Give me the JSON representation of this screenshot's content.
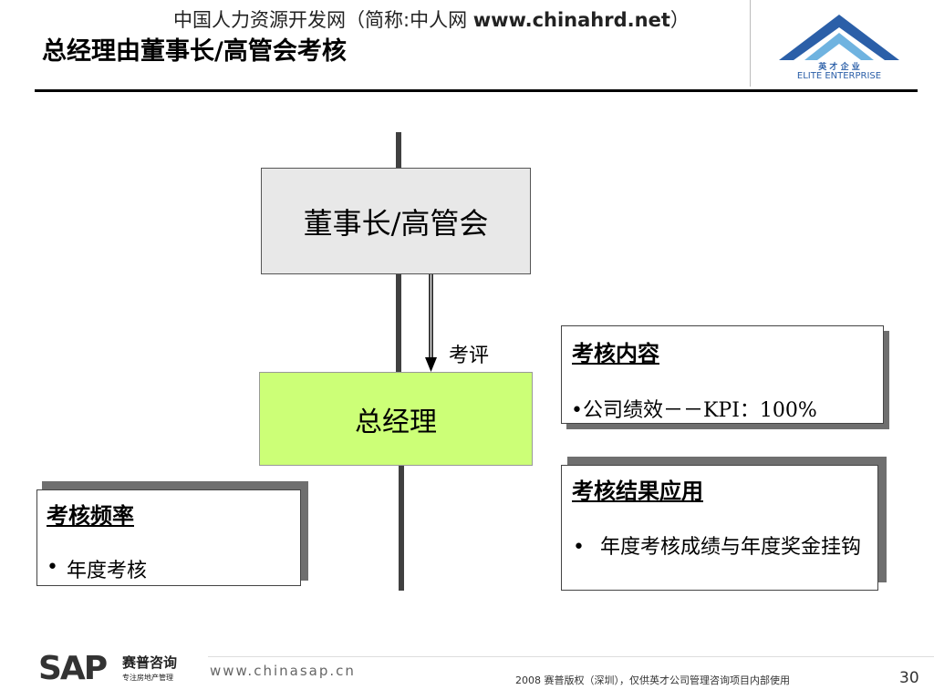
{
  "header": {
    "site_prefix": "中国人力资源开发网（简称:中人网 ",
    "site_url": "www.chinahrd.net",
    "site_suffix": "）",
    "slide_title": "总经理由董事长/高管会考核"
  },
  "logo": {
    "cn_text": "英 才 企 业",
    "en_text": "ELITE ENTERPRISE",
    "colors": [
      "#2b5fa8",
      "#6fb3e0"
    ]
  },
  "diagram": {
    "board_label": "董事长/高管会",
    "edge_label": "考评",
    "gm_label": "总经理",
    "gm_color": "#ccff77"
  },
  "cards": {
    "content": {
      "title": "考核内容",
      "bullet": "•公司绩效－－KPI：100%"
    },
    "result": {
      "title": "考核结果应用",
      "bullet_mark": "•",
      "bullet": "年度考核成绩与年度奖金挂钩"
    },
    "frequency": {
      "title": "考核频率",
      "bullet_mark": "•",
      "bullet": "年度考核"
    }
  },
  "footer": {
    "brand": "SAP",
    "brand_cn": "赛普咨询",
    "brand_sub": "专注房地产管理",
    "url": "www.chinasap.cn",
    "copyright": "2008 赛普版权（深圳），仅供英才公司管理咨询项目内部使用",
    "page_number": "30"
  }
}
